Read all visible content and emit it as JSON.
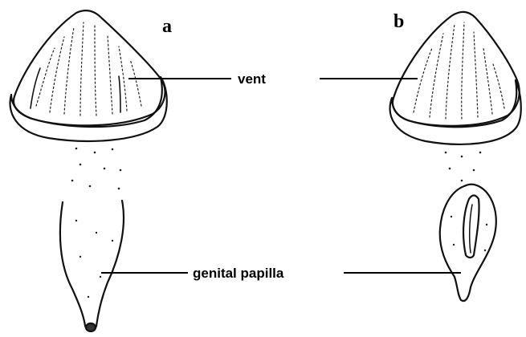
{
  "labels": {
    "panel_a": "a",
    "panel_b": "b",
    "vent": "vent",
    "genital_papilla": "genital papilla"
  },
  "colors": {
    "ink": "#111111",
    "background": "#ffffff"
  }
}
